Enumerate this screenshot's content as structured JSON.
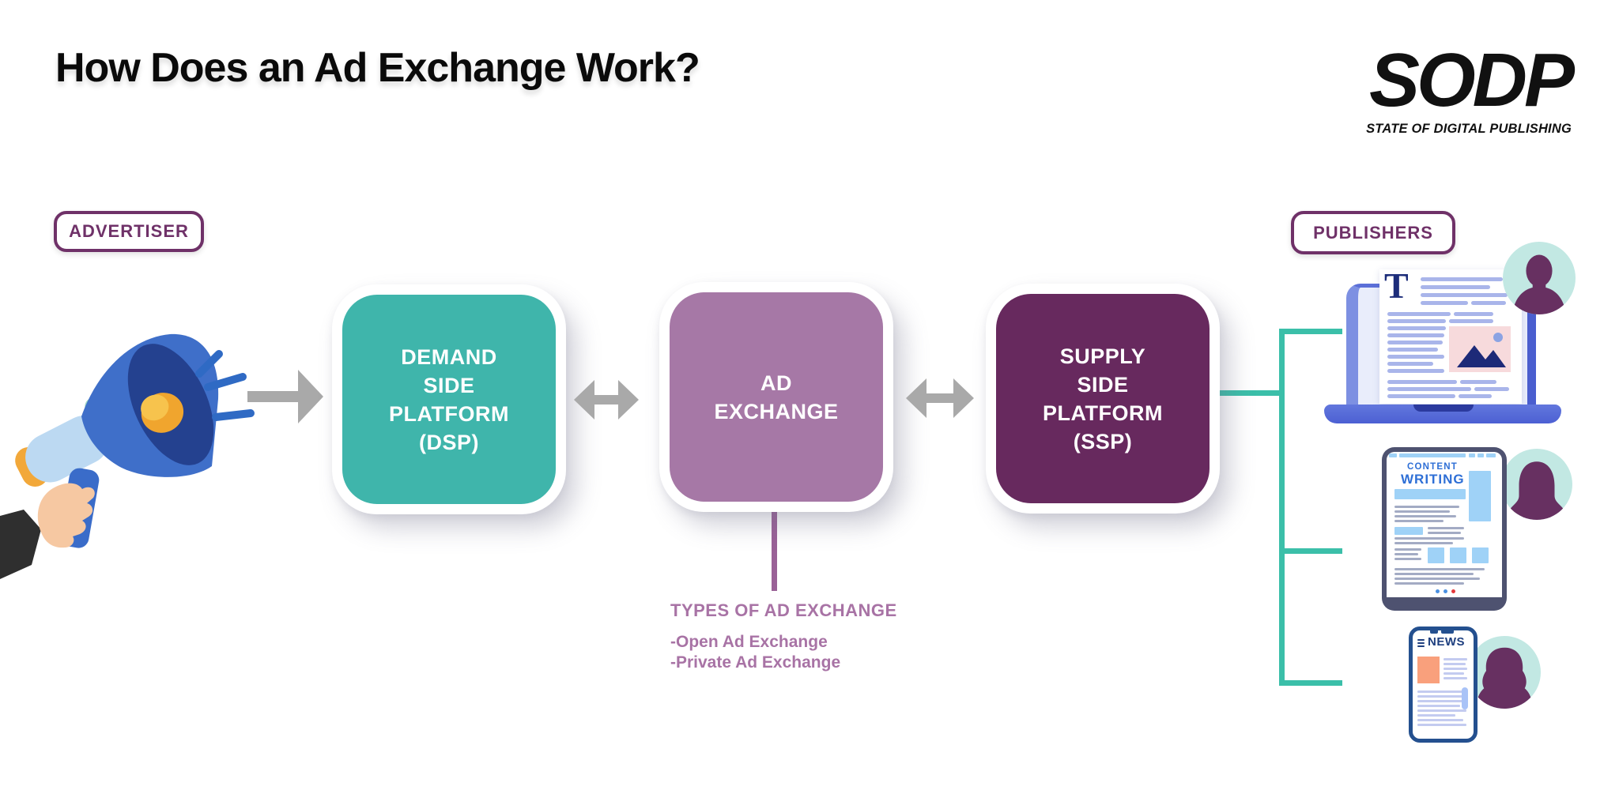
{
  "title": "How Does an Ad Exchange Work?",
  "logo": {
    "name": "SODP",
    "tagline": "STATE OF DIGITAL PUBLISHING"
  },
  "badges": {
    "advertiser": "ADVERTISER",
    "publishers": "PUBLISHERS"
  },
  "flow_boxes": {
    "dsp": {
      "lines": [
        "DEMAND",
        "SIDE",
        "PLATFORM",
        "(DSP)"
      ],
      "color": "#3fb5ab"
    },
    "ad_exchange": {
      "lines": [
        "AD",
        "EXCHANGE"
      ],
      "color": "#a678a6"
    },
    "ssp": {
      "lines": [
        "SUPPLY",
        "SIDE",
        "PLATFORM",
        "(SSP)"
      ],
      "color": "#67295e"
    }
  },
  "ad_exchange_types": {
    "heading": "TYPES OF AD EXCHANGE",
    "items": [
      "-Open Ad Exchange",
      "-Private Ad Exchange"
    ]
  },
  "publisher_devices": {
    "laptop_drop_cap": "T",
    "tablet_title_line1": "CONTENT",
    "tablet_title_line2": "WRITING",
    "phone_header": "NEWS"
  },
  "colors": {
    "teal": "#3fb5ab",
    "mauve": "#a678a6",
    "plum": "#67295e",
    "badge_purple": "#6f3168",
    "types_text": "#a873a5",
    "connector_teal": "#3bbfa9",
    "arrow_gray": "#a9a9a9",
    "mint_avatar": "#c2e8e3",
    "silhouette_plum": "#673061",
    "device_blue": "#5b6fd8",
    "news_navy": "#1e3f7f",
    "orange_block": "#f9a07c"
  }
}
